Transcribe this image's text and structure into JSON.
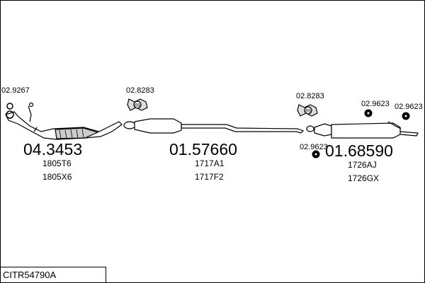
{
  "diagram": {
    "sections": [
      {
        "part_number": "04.3453",
        "refs": [
          "1805T6",
          "1805X6"
        ]
      },
      {
        "part_number": "01.57660",
        "refs": [
          "1717A1",
          "1717F2"
        ]
      },
      {
        "part_number": "01.68590",
        "refs": [
          "1726AJ",
          "1726GX"
        ]
      }
    ],
    "fittings": [
      {
        "code": "02.9267"
      },
      {
        "code": "02.8283",
        "badge": "69"
      },
      {
        "code": "02.8283",
        "badge": "69"
      },
      {
        "code": "02.9623"
      },
      {
        "code": "02.9623"
      },
      {
        "code": "02.9623"
      }
    ]
  },
  "footer": {
    "vehicle_code": "CITR54790A"
  }
}
